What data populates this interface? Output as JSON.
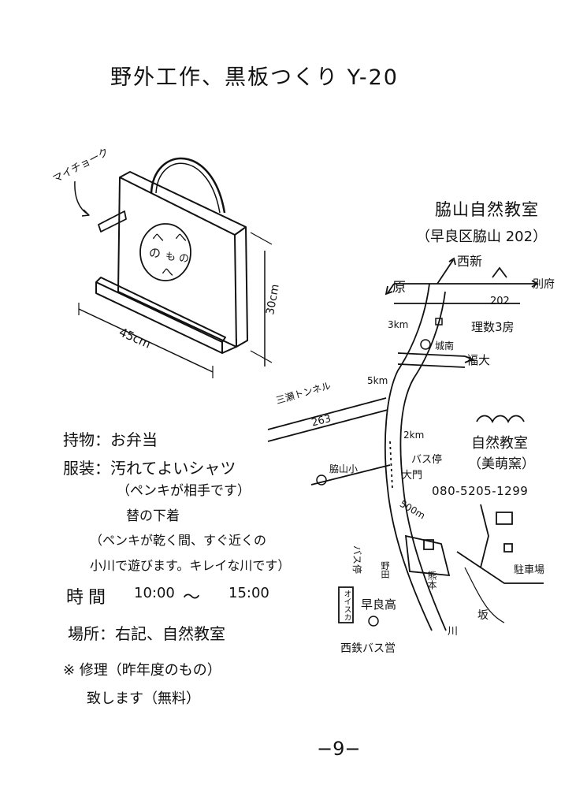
{
  "title": "野外工作、黒板つくり Y-20",
  "drawing": {
    "nail_label": "マイチョーク",
    "width_label": "45cm",
    "height_label": "30cm",
    "face_text": "へのへのもへ"
  },
  "info": {
    "items_label": "持物：お弁当",
    "clothing_label": "服装：汚れてよいシャツ",
    "clothing_note": "（ペンキが相手です）",
    "clothing_extra": "替の下着",
    "paint_note_1": "（ペンキが乾く間、すぐ近くの",
    "paint_note_2": "小川で遊びます。キレイな川です）",
    "time_label": "時間",
    "time_start": "10:00",
    "time_tilde": "〜",
    "time_end": "15:00",
    "place_label": "場所：右記、自然教室",
    "repair_note_1": "※ 修理（昨年度のもの）",
    "repair_note_2": "致します（無料）"
  },
  "map": {
    "title": "脇山自然教室",
    "address": "（早良区脇山 202）",
    "labels": {
      "nishijin": "西新",
      "hara": "原",
      "beppu": "別府",
      "road_202": "202",
      "rika": "理数3房",
      "jonan": "城南",
      "fukudai": "福大",
      "km3": "3km",
      "km5": "5km",
      "mitsuse": "三瀬トンネル",
      "road_263": "263",
      "km2": "2km",
      "bus_stop": "バス停",
      "omon": "大門",
      "wakiyama_sho": "脇山小",
      "m500": "500m",
      "bus": "バス停",
      "noda": "野田",
      "oisuka": "オイスカ",
      "sawara_ko": "早良高",
      "nishitetsu": "西鉄バス営",
      "kumamoto": "熊本",
      "parking": "駐車場",
      "slope": "坂",
      "classroom_name": "自然教室",
      "classroom_sub": "（美萌窯）",
      "phone": "080-5205-1299",
      "river": "川"
    }
  },
  "page_number": "−9−"
}
